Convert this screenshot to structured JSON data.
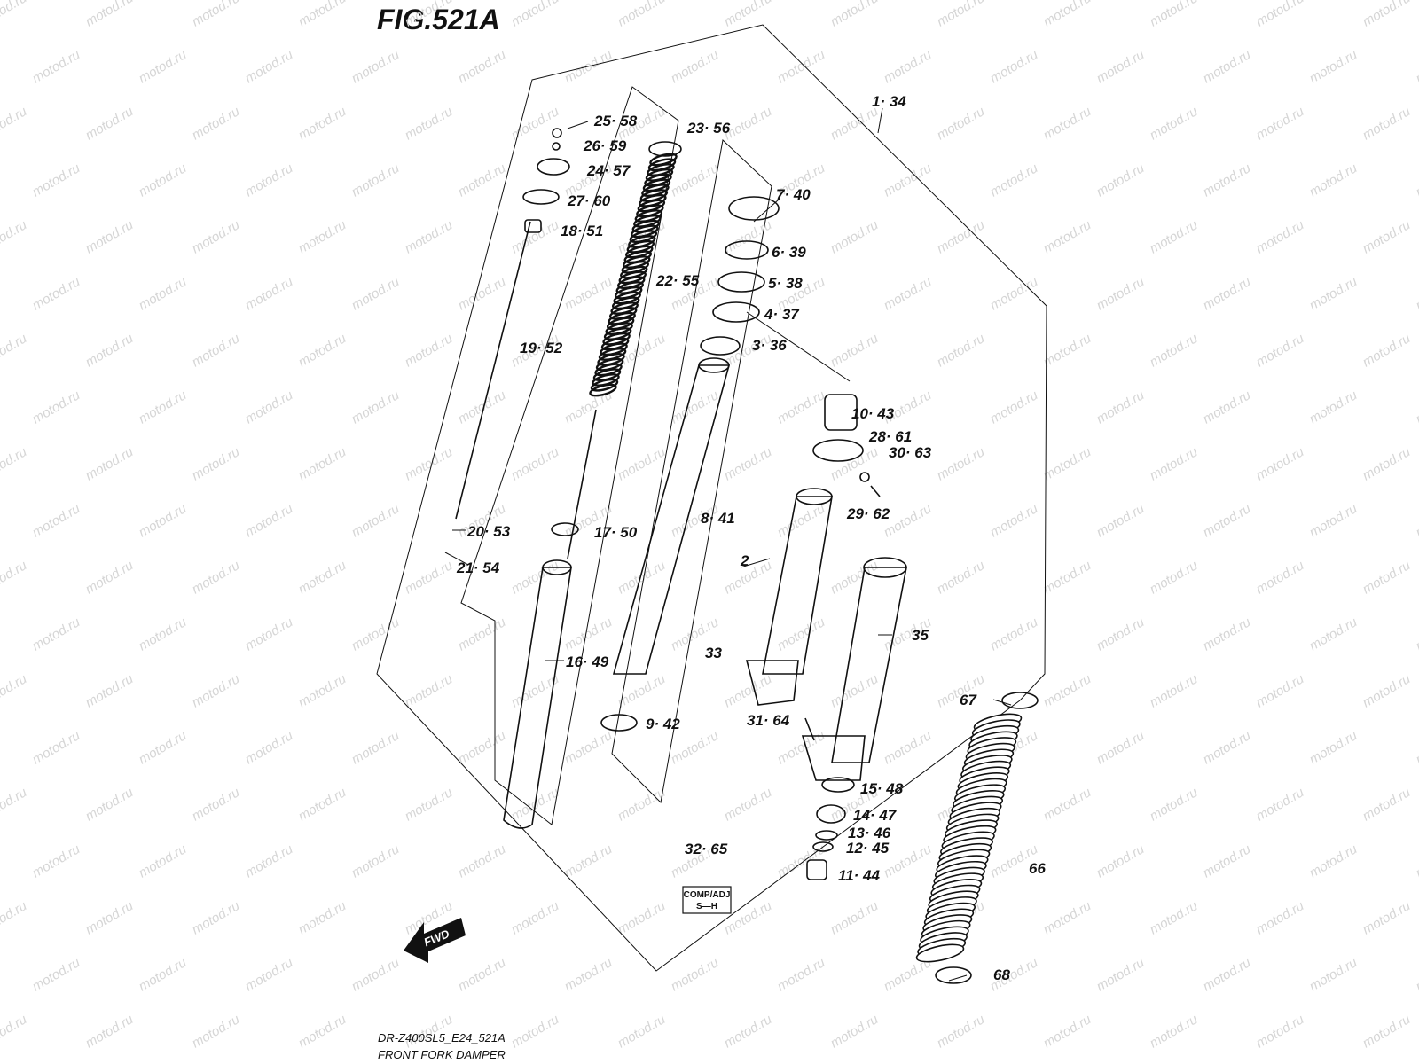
{
  "figure": {
    "title": "FIG.521A",
    "model_code": "DR-Z400SL5_E24_521A",
    "caption": "FRONT FORK DAMPER",
    "watermark": "motod.ru"
  },
  "callouts": [
    {
      "id": "c-1-34",
      "text": "1· 34"
    },
    {
      "id": "c-23-56",
      "text": "23· 56"
    },
    {
      "id": "c-25-58",
      "text": "25· 58"
    },
    {
      "id": "c-26-59",
      "text": "26· 59"
    },
    {
      "id": "c-24-57",
      "text": "24· 57"
    },
    {
      "id": "c-27-60",
      "text": "27· 60"
    },
    {
      "id": "c-18-51",
      "text": "18· 51"
    },
    {
      "id": "c-22-55",
      "text": "22· 55"
    },
    {
      "id": "c-7-40",
      "text": "7· 40"
    },
    {
      "id": "c-6-39",
      "text": "6· 39"
    },
    {
      "id": "c-5-38",
      "text": "5· 38"
    },
    {
      "id": "c-4-37",
      "text": "4· 37"
    },
    {
      "id": "c-3-36",
      "text": "3· 36"
    },
    {
      "id": "c-19-52",
      "text": "19· 52"
    },
    {
      "id": "c-10-43",
      "text": "10· 43"
    },
    {
      "id": "c-28-61",
      "text": "28· 61"
    },
    {
      "id": "c-30-63",
      "text": "30· 63"
    },
    {
      "id": "c-29-62",
      "text": "29· 62"
    },
    {
      "id": "c-8-41",
      "text": "8· 41"
    },
    {
      "id": "c-17-50",
      "text": "17· 50"
    },
    {
      "id": "c-20-53",
      "text": "20· 53"
    },
    {
      "id": "c-21-54",
      "text": "21· 54"
    },
    {
      "id": "c-2",
      "text": "2"
    },
    {
      "id": "c-35",
      "text": "35"
    },
    {
      "id": "c-33",
      "text": "33"
    },
    {
      "id": "c-16-49",
      "text": "16· 49"
    },
    {
      "id": "c-67",
      "text": "67"
    },
    {
      "id": "c-9-42",
      "text": "9· 42"
    },
    {
      "id": "c-31-64",
      "text": "31· 64"
    },
    {
      "id": "c-15-48",
      "text": "15· 48"
    },
    {
      "id": "c-14-47",
      "text": "14· 47"
    },
    {
      "id": "c-13-46",
      "text": "13· 46"
    },
    {
      "id": "c-12-45",
      "text": "12· 45"
    },
    {
      "id": "c-32-65",
      "text": "32· 65"
    },
    {
      "id": "c-11-44",
      "text": "11· 44"
    },
    {
      "id": "c-66",
      "text": "66"
    },
    {
      "id": "c-68",
      "text": "68"
    }
  ],
  "badge": {
    "line1": "COMP/ADJ",
    "line2": "S—H"
  },
  "fwd_arrow": {
    "label": "FWD"
  }
}
